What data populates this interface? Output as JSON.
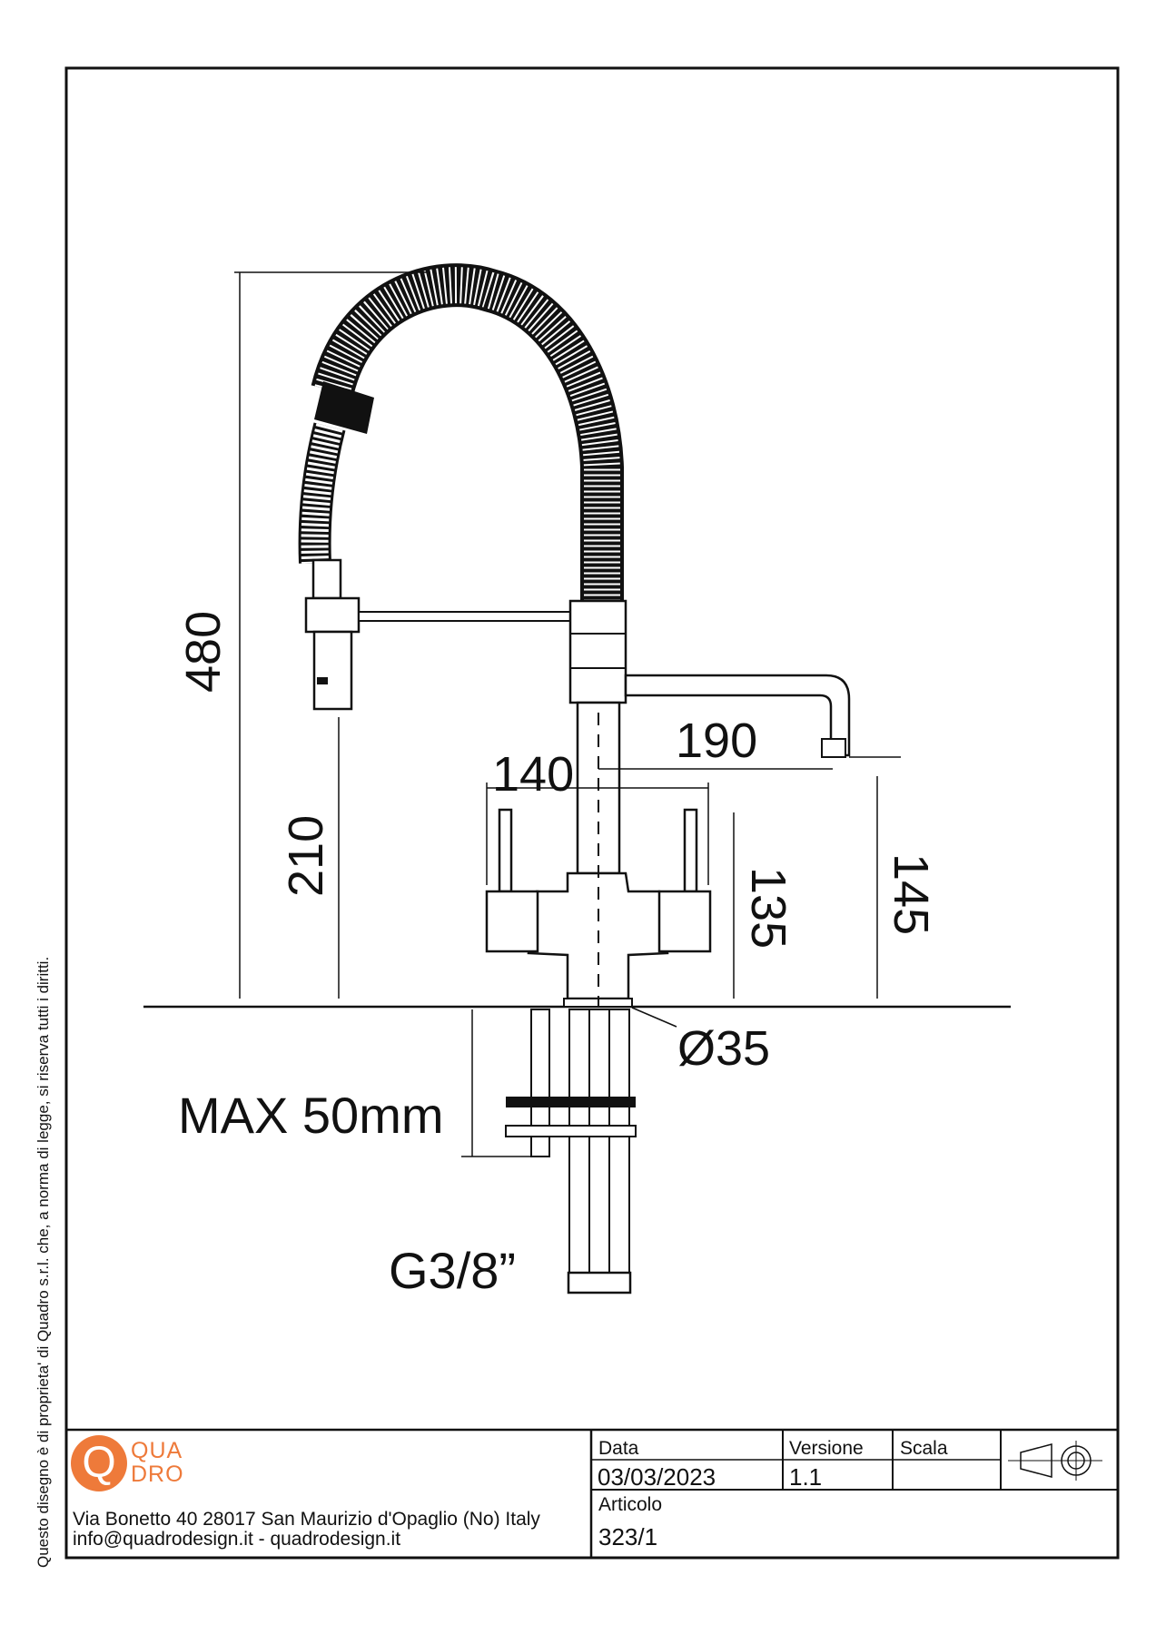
{
  "dimensions": {
    "height_total": "480",
    "height_lever": "210",
    "spout_reach": "190",
    "handles_span": "140",
    "handles_height": "135",
    "spout_height": "145",
    "diameter": "Ø35",
    "max_thickness": "MAX 50mm",
    "connection": "G3/8”"
  },
  "side_note": "Questo disegno è di proprieta' di Quadro s.r.l. che, a norma di legge, si riserva tutti i diritti.",
  "title_block": {
    "logo_letter": "Q",
    "logo_line1": "QUA",
    "logo_line2": "DRO",
    "address_line1": "Via Bonetto 40  28017 San Maurizio d'Opaglio (No) Italy",
    "address_line2": "info@quadrodesign.it  -  quadrodesign.it",
    "date_label": "Data",
    "date_value": "03/03/2023",
    "version_label": "Versione",
    "version_value": "1.1",
    "scale_label": "Scala",
    "scale_value": "",
    "article_label": "Articolo",
    "article_value": "323/1"
  },
  "colors": {
    "brand_orange": "#ee7a3a",
    "line": "#111111"
  },
  "icons": {
    "projection_symbol": "first-angle-projection-icon"
  }
}
